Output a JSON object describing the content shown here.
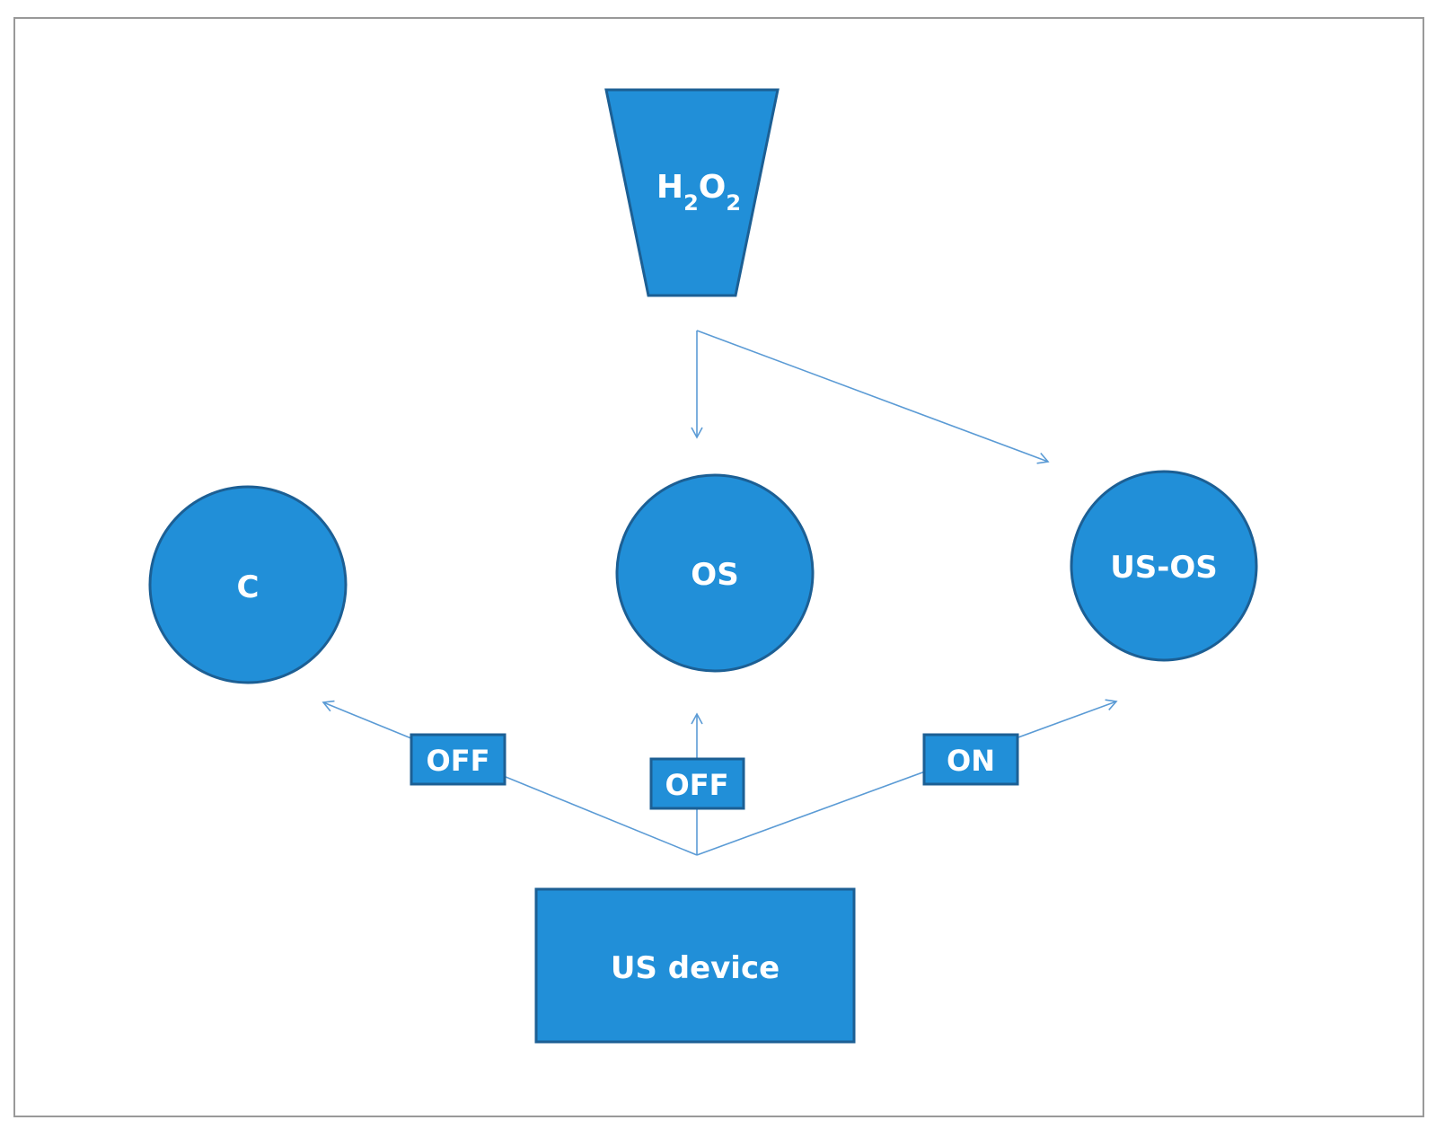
{
  "colors": {
    "fill": "#218fd8",
    "stroke": "#1c5f94",
    "arrow": "#5b9bd5",
    "frame": "#999999",
    "text": "#ffffff"
  },
  "nodes": {
    "h2o2": {
      "base": "H",
      "sub1": "2",
      "mid": "O",
      "sub2": "2"
    },
    "control": {
      "label": "C"
    },
    "os": {
      "label": "OS"
    },
    "us_os": {
      "label": "US-OS"
    },
    "us_device": {
      "label": "US device"
    }
  },
  "switches": {
    "control": {
      "label": "OFF"
    },
    "os": {
      "label": "OFF"
    },
    "us_os": {
      "label": "ON"
    }
  }
}
